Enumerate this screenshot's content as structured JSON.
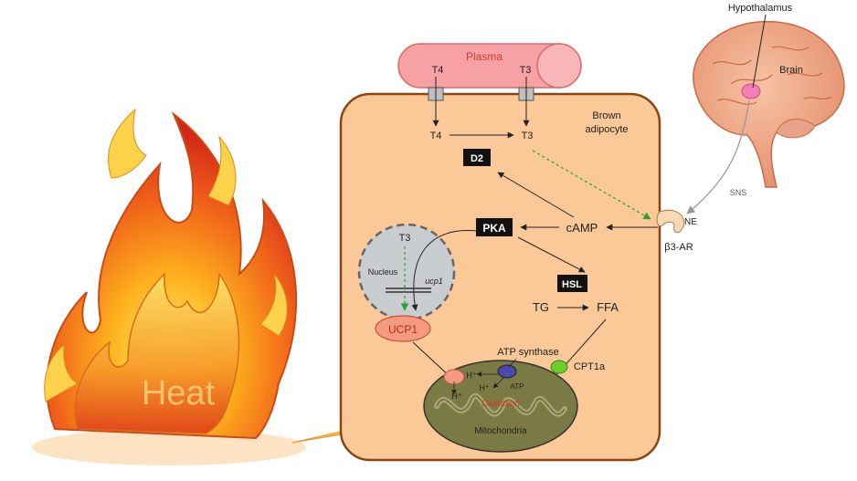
{
  "fire": {
    "label": "Heat"
  },
  "plasma": {
    "label": "Plasma",
    "t4": "T4",
    "t3": "T3"
  },
  "cell": {
    "name_line1": "Brown",
    "name_line2": "adipocyte",
    "t4": "T4",
    "t3": "T3",
    "d2": "D2",
    "pka": "PKA",
    "camp": "cAMP",
    "hsl": "HSL",
    "tg": "TG",
    "ffa": "FFA",
    "ucp1": "UCP1",
    "nucleus": {
      "label": "Nucleus",
      "t3": "T3",
      "gene": "ucp1"
    },
    "mito": {
      "label": "Mitochondria",
      "oxidation": "Oxidation",
      "atp_synthase": "ATP synthase",
      "atp": "ATP",
      "cpt1a": "CPT1a",
      "h1": "H⁺",
      "h2": "H⁺",
      "h3": "H⁺"
    }
  },
  "receptor": {
    "ne": "NE",
    "name": "β3-AR"
  },
  "brain": {
    "hypothalamus": "Hypothalamus",
    "brain": "Brain",
    "sns": "SNS"
  },
  "colors": {
    "cell_fill": "#fbc898",
    "cell_border": "#8b4513",
    "plasma_fill": "#f7a1a4",
    "ucp1_fill": "#f59a80",
    "mito_fill": "#7a7a45",
    "nucleus_fill": "#c9cdd0",
    "green_arrow": "#2e9e3a",
    "heat_text": "#f7c26b"
  }
}
